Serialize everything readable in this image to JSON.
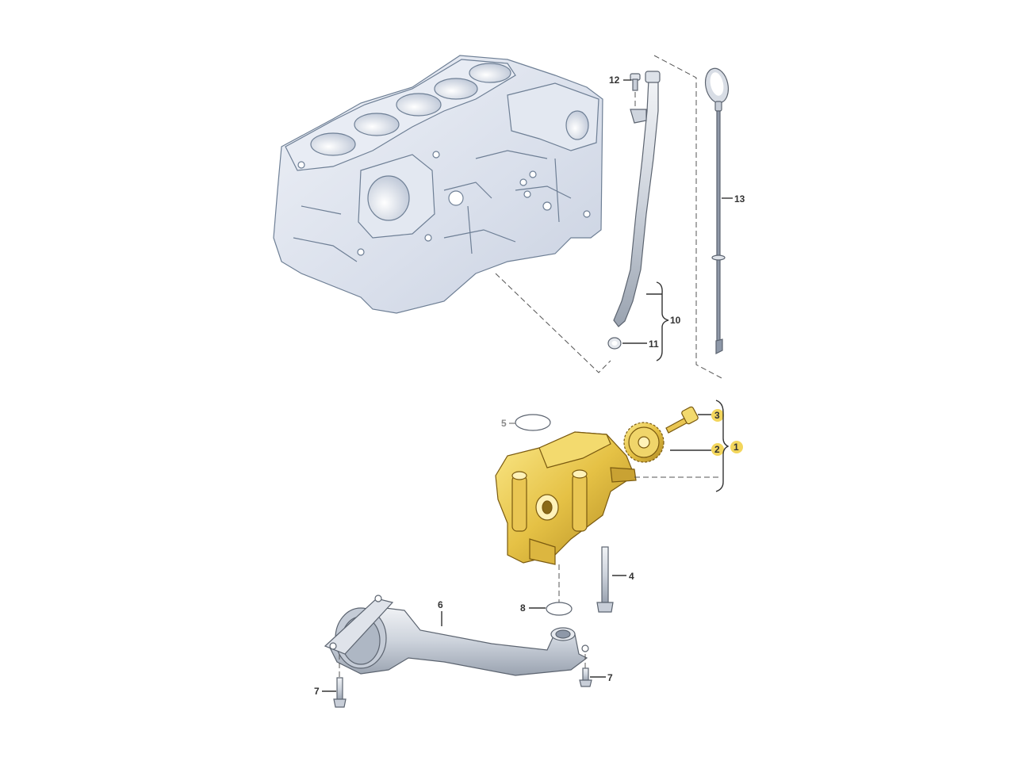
{
  "diagram": {
    "type": "exploded-parts-diagram",
    "subject": "engine block with oil pump, oil pickup pipe and dipstick",
    "colors": {
      "block_fill": "#dde3ee",
      "block_outline": "#6e7f95",
      "pump_fill": "#e7c24a",
      "pump_shade": "#b8902a",
      "metal_fill": "#c8ced8",
      "metal_outline": "#5c6470",
      "highlight": "#f2d24a",
      "line": "#333333"
    },
    "callouts": {
      "c1": "1",
      "c2": "2",
      "c3": "3",
      "c4": "4",
      "c5": "5",
      "c6": "6",
      "c7a": "7",
      "c7b": "7",
      "c8": "8",
      "c10": "10",
      "c11": "11",
      "c12": "12",
      "c13": "13"
    },
    "parts": [
      {
        "id": "engine-block",
        "label": "",
        "description": "4-cylinder engine block"
      },
      {
        "id": "oil-pump-assembly",
        "label": "1",
        "highlighted": true
      },
      {
        "id": "drive-sprocket",
        "label": "2",
        "highlighted": true
      },
      {
        "id": "sprocket-bolt",
        "label": "3",
        "highlighted": true
      },
      {
        "id": "pump-mounting-bolt",
        "label": "4"
      },
      {
        "id": "o-ring-upper",
        "label": "5",
        "muted": true
      },
      {
        "id": "oil-pickup-pipe",
        "label": "6"
      },
      {
        "id": "pickup-bolt",
        "label": "7",
        "count": 2
      },
      {
        "id": "o-ring-lower",
        "label": "8"
      },
      {
        "id": "dipstick-guide-tube",
        "label": "10"
      },
      {
        "id": "guide-tube-seal",
        "label": "11"
      },
      {
        "id": "guide-tube-bolt",
        "label": "12"
      },
      {
        "id": "dipstick",
        "label": "13"
      }
    ]
  }
}
